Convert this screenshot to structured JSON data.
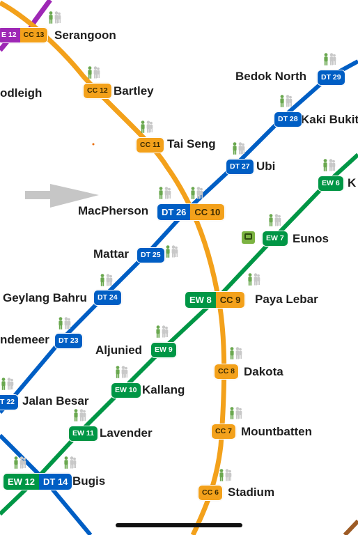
{
  "colors": {
    "circle": "#f3a11b",
    "downtown": "#005ec4",
    "east_west": "#009645",
    "north_east": "#9e28b5",
    "brown_line": "#9d5b25",
    "bus_icon": "#7cb342",
    "text": "#1e1e1e"
  },
  "icons": {
    "figure": "standing-figures-icon",
    "bus": "bus-interchange-icon",
    "arrow": "left-pointing-gray-arrow",
    "home": "home-indicator-bar"
  },
  "stations": [
    {
      "id": "serangoon",
      "name": "Serangoon",
      "codes": [
        {
          "line": "north_east",
          "text": "E 12"
        },
        {
          "line": "circle",
          "text": "CC 13"
        }
      ]
    },
    {
      "id": "lorong-chuan-partial",
      "name": "odleigh",
      "codes": []
    },
    {
      "id": "bartley",
      "name": "Bartley",
      "codes": [
        {
          "line": "circle",
          "text": "CC 12"
        }
      ]
    },
    {
      "id": "bedok-north",
      "name": "Bedok North",
      "codes": [
        {
          "line": "downtown",
          "text": "DT 29"
        }
      ]
    },
    {
      "id": "kaki-bukit",
      "name": "Kaki Bukit",
      "codes": [
        {
          "line": "downtown",
          "text": "DT 28"
        }
      ]
    },
    {
      "id": "tai-seng",
      "name": "Tai Seng",
      "codes": [
        {
          "line": "circle",
          "text": "CC 11"
        }
      ]
    },
    {
      "id": "ubi",
      "name": "Ubi",
      "codes": [
        {
          "line": "downtown",
          "text": "DT 27"
        }
      ]
    },
    {
      "id": "kembangan-partial",
      "name": "K",
      "codes": [
        {
          "line": "east_west",
          "text": "EW 6"
        }
      ]
    },
    {
      "id": "macpherson",
      "name": "MacPherson",
      "codes": [
        {
          "line": "downtown",
          "text": "DT 26"
        },
        {
          "line": "circle",
          "text": "CC 10"
        }
      ]
    },
    {
      "id": "eunos",
      "name": "Eunos",
      "codes": [
        {
          "line": "east_west",
          "text": "EW 7"
        }
      ]
    },
    {
      "id": "mattar",
      "name": "Mattar",
      "codes": [
        {
          "line": "downtown",
          "text": "DT 25"
        }
      ]
    },
    {
      "id": "geylang-bahru",
      "name": "Geylang Bahru",
      "codes": [
        {
          "line": "downtown",
          "text": "DT 24"
        }
      ]
    },
    {
      "id": "paya-lebar",
      "name": "Paya Lebar",
      "codes": [
        {
          "line": "east_west",
          "text": "EW 8"
        },
        {
          "line": "circle",
          "text": "CC 9"
        }
      ]
    },
    {
      "id": "bendemeer",
      "name": "ndemeer",
      "codes": [
        {
          "line": "downtown",
          "text": "DT 23"
        }
      ]
    },
    {
      "id": "aljunied",
      "name": "Aljunied",
      "codes": [
        {
          "line": "east_west",
          "text": "EW 9"
        }
      ]
    },
    {
      "id": "dakota",
      "name": "Dakota",
      "codes": [
        {
          "line": "circle",
          "text": "CC 8"
        }
      ]
    },
    {
      "id": "kallang",
      "name": "Kallang",
      "codes": [
        {
          "line": "east_west",
          "text": "EW 10"
        }
      ]
    },
    {
      "id": "jalan-besar",
      "name": "Jalan Besar",
      "codes": [
        {
          "line": "downtown",
          "text": "T 22"
        }
      ]
    },
    {
      "id": "lavender",
      "name": "Lavender",
      "codes": [
        {
          "line": "east_west",
          "text": "EW 11"
        }
      ]
    },
    {
      "id": "mountbatten",
      "name": "Mountbatten",
      "codes": [
        {
          "line": "circle",
          "text": "CC 7"
        }
      ]
    },
    {
      "id": "bugis",
      "name": "Bugis",
      "codes": [
        {
          "line": "east_west",
          "text": "EW 12"
        },
        {
          "line": "downtown",
          "text": "DT 14"
        }
      ]
    },
    {
      "id": "stadium",
      "name": "Stadium",
      "codes": [
        {
          "line": "circle",
          "text": "CC 6"
        }
      ]
    }
  ]
}
